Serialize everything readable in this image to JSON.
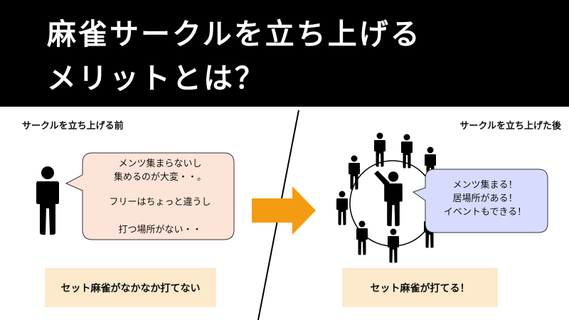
{
  "title": {
    "line1": "麻雀サークルを立ち上げる",
    "line2": "メリットとは？"
  },
  "before": {
    "caption": "サークルを立ち上げる前",
    "bubble": {
      "line1": "メンツ集まらないし",
      "line2": "集めるのが大変・・。",
      "line3": "フリーはちょっと違うし",
      "line4": "打つ場所がない・・"
    },
    "note": "セット麻雀がなかなか打てない"
  },
  "after": {
    "caption": "サークルを立ち上げた後",
    "bubble": {
      "line1": "メンツ集まる！",
      "line2": "居場所がある！",
      "line3": "イベントもできる！"
    },
    "note": "セット麻雀が打てる！"
  },
  "colors": {
    "header_bg": "#000000",
    "left_bubble_fill": "#fde4d8",
    "right_bubble_fill": "#d7dcff",
    "note_fill": "#fde9cc",
    "arrow_fill": "#f39c11"
  },
  "icons": [
    "person-icon",
    "arrow-right-icon"
  ]
}
